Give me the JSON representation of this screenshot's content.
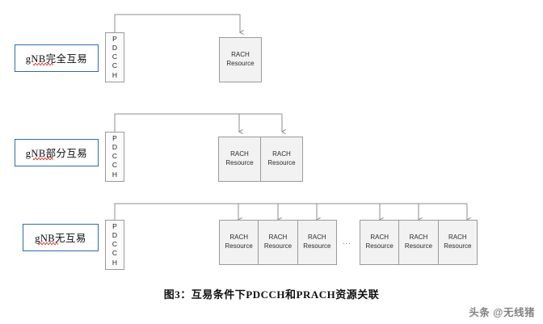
{
  "figure": {
    "caption": "图3：互易条件下PDCCH和PRACH资源关联",
    "watermark": "头条 @无线猪"
  },
  "colors": {
    "label_border": "#2f6aa8",
    "box_border": "#9a9a9a",
    "box_fill": "#f2f2f2",
    "connector": "#8c8c8c",
    "spellcheck_underline": "#e03030"
  },
  "pdcch_letters": [
    "P",
    "D",
    "C",
    "C",
    "H"
  ],
  "rows": [
    {
      "id": "full-reciprocity",
      "label": "gNB完全互易",
      "label_prefix": "gNB",
      "pdcch": "PDCCH",
      "rach_count": 1,
      "clusters": [
        {
          "cells": [
            {
              "line1": "RACH",
              "line2": "Resource"
            }
          ]
        }
      ],
      "separator": ""
    },
    {
      "id": "partial-reciprocity",
      "label": "gNB部分互易",
      "label_prefix": "gNB",
      "pdcch": "PDCCH",
      "rach_count": 2,
      "clusters": [
        {
          "cells": [
            {
              "line1": "RACH",
              "line2": "Resource"
            },
            {
              "line1": "RACH",
              "line2": "Resource"
            }
          ]
        }
      ],
      "separator": ""
    },
    {
      "id": "no-reciprocity",
      "label": "gNB无互易",
      "label_prefix": "gNB",
      "pdcch": "PDCCH",
      "rach_count": 6,
      "clusters": [
        {
          "cells": [
            {
              "line1": "RACH",
              "line2": "Resource"
            },
            {
              "line1": "RACH",
              "line2": "Resource"
            },
            {
              "line1": "RACH",
              "line2": "Resource"
            }
          ]
        },
        {
          "cells": [
            {
              "line1": "RACH",
              "line2": "Resource"
            },
            {
              "line1": "RACH",
              "line2": "Resource"
            },
            {
              "line1": "RACH",
              "line2": "Resource"
            }
          ]
        }
      ],
      "separator": "..."
    }
  ]
}
